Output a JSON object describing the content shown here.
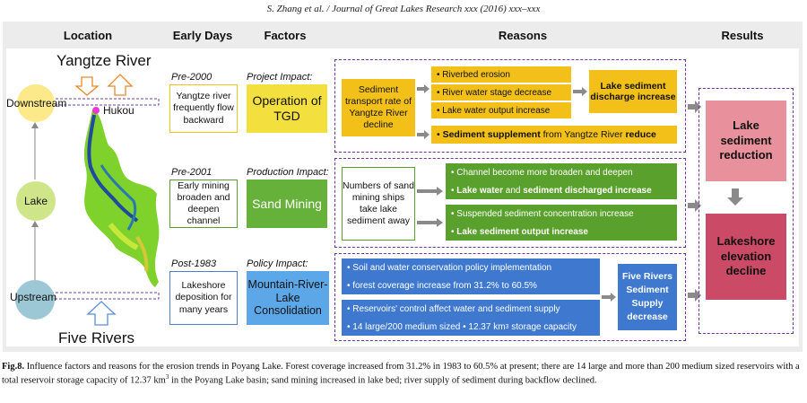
{
  "running_head": "S. Zhang et al. / Journal of Great Lakes Research xxx (2016) xxx–xxx",
  "headers": {
    "location": "Location",
    "early_days": "Early Days",
    "factors": "Factors",
    "reasons": "Reasons",
    "results": "Results"
  },
  "map": {
    "yangtze": "Yangtze River",
    "five_rivers": "Five Rivers",
    "hukou": "Hukou",
    "downstream": "Downstream",
    "lake": "Lake",
    "upstream": "Upstream"
  },
  "row1": {
    "period": "Pre-2000",
    "early": "Yangtze river frequently flow backward",
    "impact": "Project Impact:",
    "factor": "Operation of TGD",
    "reason_main": "Sediment transport rate of Yangtze River decline",
    "bullets": [
      "Riverbed erosion",
      "River water stage decrease",
      "Lake water output increase"
    ],
    "outcome": "Lake sediment discharge increase",
    "supp_bold1": "Sediment supplement",
    "supp_normal": " from Yangtze River ",
    "supp_bold2": "reduce"
  },
  "row2": {
    "period": "Pre-2001",
    "early": "Early mining broaden and deepen channel",
    "impact": "Production Impact:",
    "factor": "Sand Mining",
    "reason_main": "Numbers of sand mining ships take lake sediment away",
    "b1": "Channel become more broaden and deepen",
    "b2_bold1": "Lake water",
    "b2_normal": " and ",
    "b2_bold2": "sediment discharged increase",
    "b3": "Suspended sediment concentration increase",
    "b4": "Lake sediment output increase"
  },
  "row3": {
    "period": "Post-1983",
    "early": "Lakeshore deposition for many years",
    "impact": "Policy Impact:",
    "factor": "Mountain-River-Lake Consolidation",
    "b1": "Soil and water conservation policy implementation",
    "b2": "forest coverage increase from 31.2% to 60.5%",
    "b3": "Reservoirs' control  affect water and sediment supply",
    "b4_pre": "14 large/200 medium sized • 12.37 km",
    "b4_sup": "3",
    "b4_post": " storage capacity",
    "outcome": "Five Rivers Sediment Supply decrease"
  },
  "results": {
    "r1": "Lake sediment reduction",
    "r2": "Lakeshore elevation decline"
  },
  "caption": {
    "label": "Fig.8.",
    "text": " Influence factors and reasons for the erosion trends in Poyang Lake. Forest coverage increased from 31.2% in 1983 to 60.5% at present; there are 14 large and more than 200 medium sized reservoirs with a total reservoir storage capacity of 12.37 km",
    "sup": "3",
    "text2": " in the Poyang Lake basin; sand mining increased in lake bed; river supply of sediment during backflow declined."
  },
  "colors": {
    "yellow": "#f0c419",
    "green": "#5aa02c",
    "blue": "#4a7fd0",
    "pink": "#e8909c",
    "crimson": "#c94a63",
    "dash": "#7030a0"
  }
}
